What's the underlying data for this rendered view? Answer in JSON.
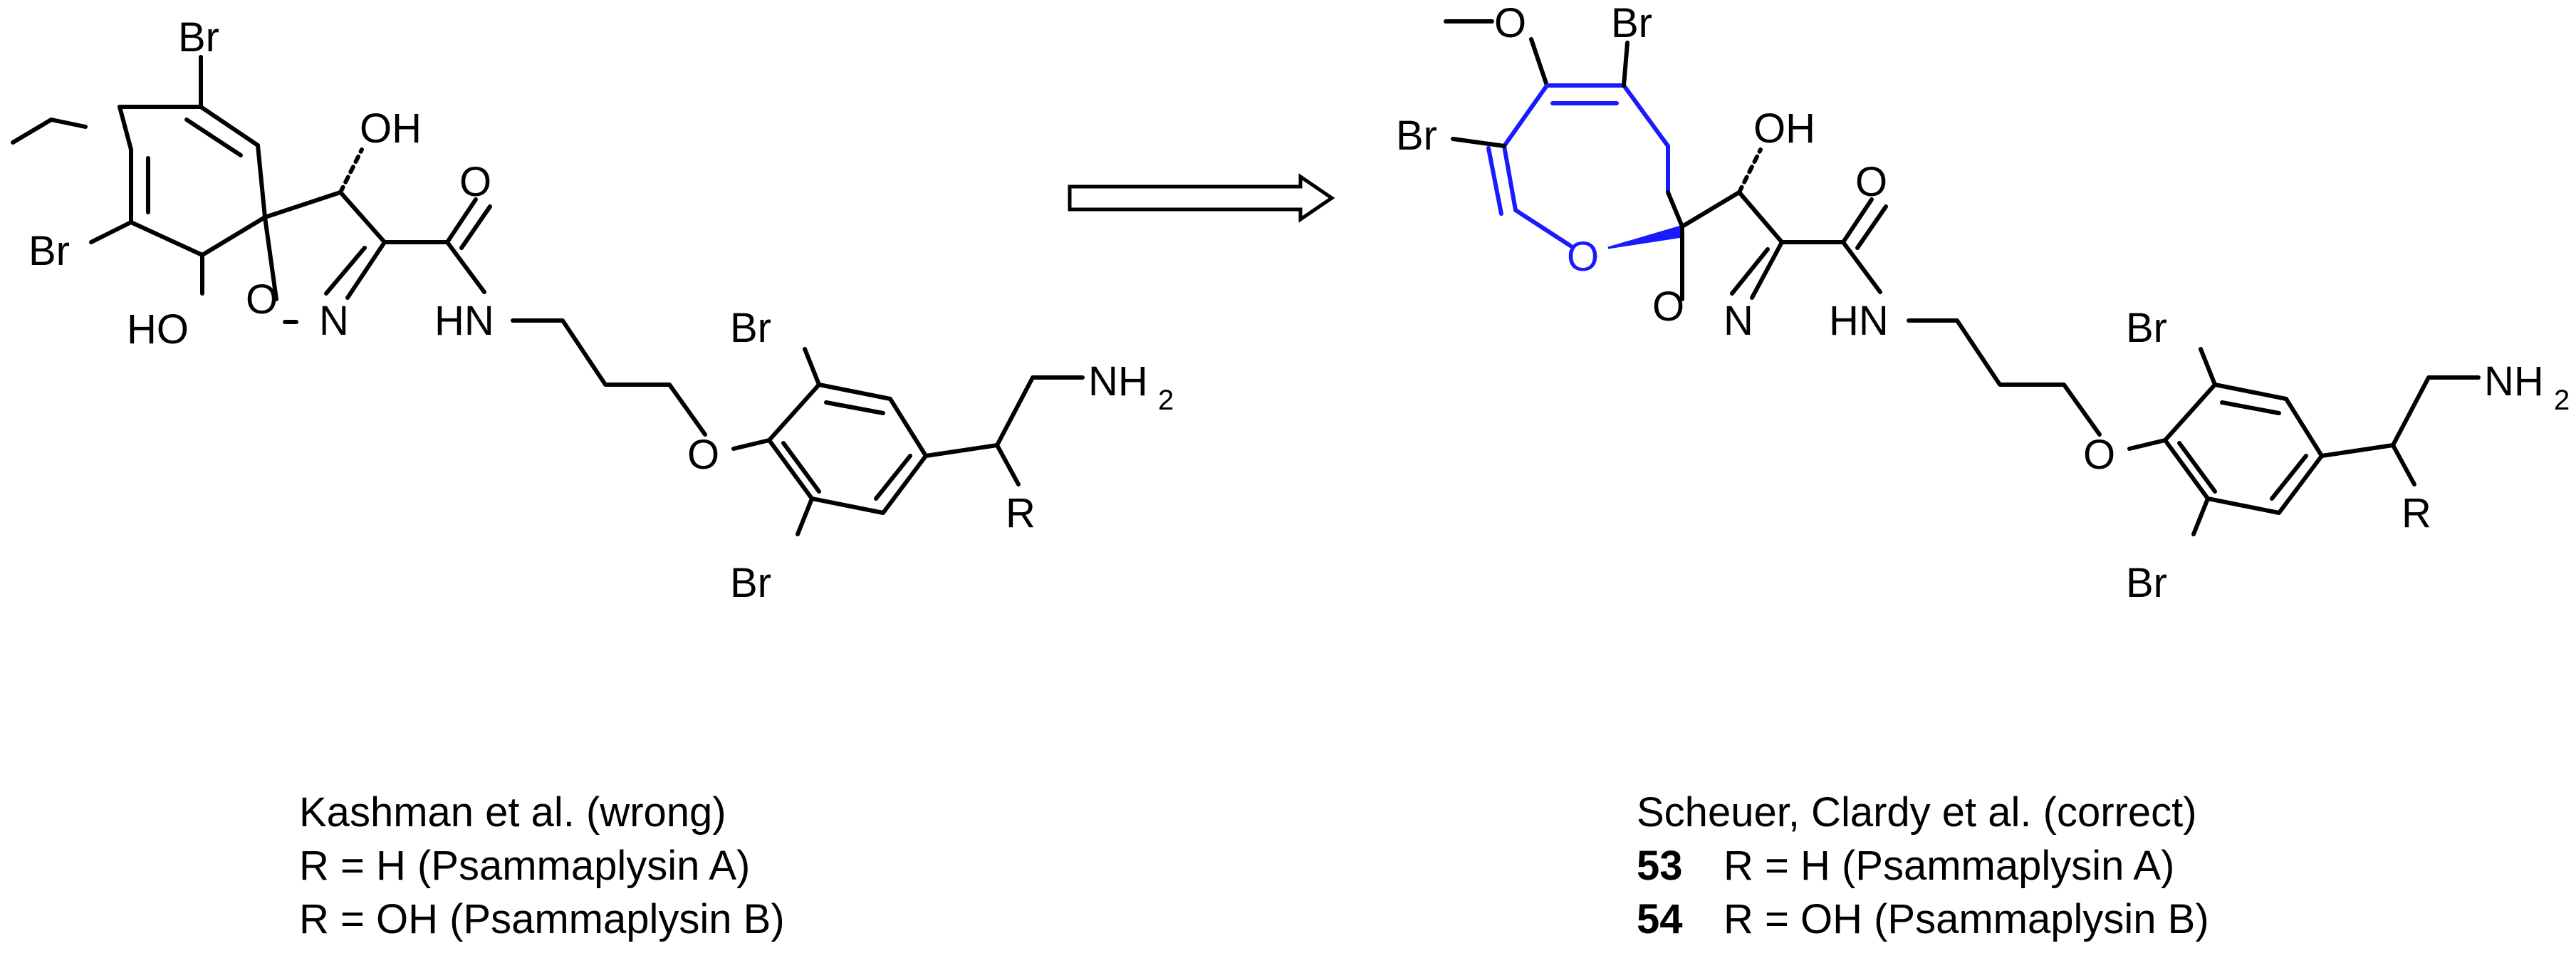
{
  "colors": {
    "bond": "#000000",
    "highlight": "#1a1aff",
    "background": "#ffffff"
  },
  "atom_labels": {
    "br": "Br",
    "oh": "OH",
    "ho": "HO",
    "o": "O",
    "n": "N",
    "hn": "HN",
    "nh": "NH",
    "sub2": "2",
    "r": "R"
  },
  "left_caption": {
    "line1": "Kashman et al. (wrong)",
    "line2": "R = H (Psammaplysin A)",
    "line3": "R = OH (Psammaplysin B)"
  },
  "right_caption": {
    "line1": "Scheuer, Clardy et al. (correct)",
    "line2_num": "53",
    "line2_text": "R = H (Psammaplysin A)",
    "line3_num": "54",
    "line3_text": "R = OH (Psammaplysin B)"
  }
}
